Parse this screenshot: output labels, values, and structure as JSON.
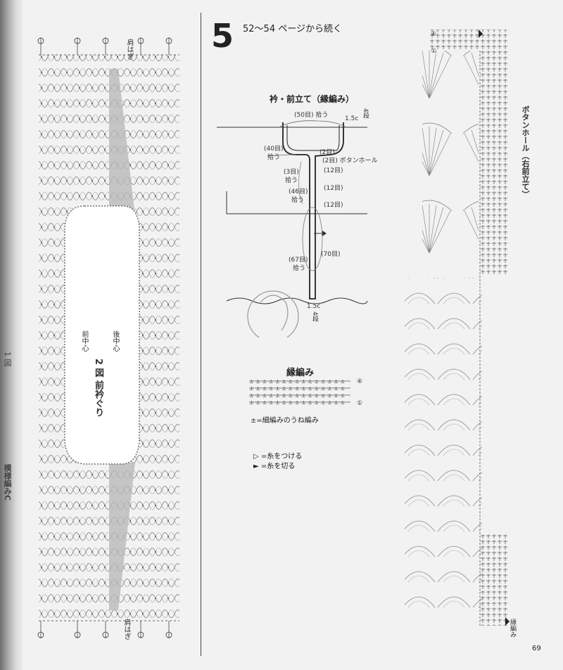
{
  "section": {
    "number": "5",
    "continued": "52〜54 ページから続く"
  },
  "collar": {
    "title": "衿・前立て（縁編み）",
    "top_pick": "(50目) 拾う",
    "top_right": "1.5c",
    "top_right_rows": "4段",
    "left_pick_a": "(40目)",
    "left_pick_a2": "拾う",
    "neck_2": "(2目)",
    "buttonhole": "(2目) ボタンホール",
    "left_3": "(3目)",
    "left_3b": "拾う",
    "twelve_1": "(12目)",
    "twelve_2": "(12目)",
    "twelve_3": "(12目)",
    "left_46": "(46目)",
    "left_46b": "拾う",
    "left_67": "(67目)",
    "left_67b": "拾う",
    "right_70": "(70目)",
    "bottom_15": "1.5c",
    "bottom_rows": "4段"
  },
  "edge": {
    "title": "縁編み",
    "rows": [
      "④",
      "①"
    ],
    "legend_symbol": "±",
    "legend_text": "=細編みのうね編み",
    "attach_symbol": "▷",
    "attach_text": "=糸をつける",
    "cut_symbol": "►",
    "cut_text": "=糸を切る"
  },
  "figure2": {
    "title": "2 図  前衿ぐり",
    "front_center": "前中心",
    "back_center": "後中心",
    "mark_top": "肩はぎ",
    "mark_bottom": "肩はぎ"
  },
  "right_panel": {
    "buttonhole_title": "ボタンホール（右前立て）",
    "edge_label": "縁編み",
    "row_top": "④",
    "row_one": "①"
  },
  "gutter": {
    "a": "1 図",
    "b": "模様編みC"
  },
  "page_number": "69"
}
